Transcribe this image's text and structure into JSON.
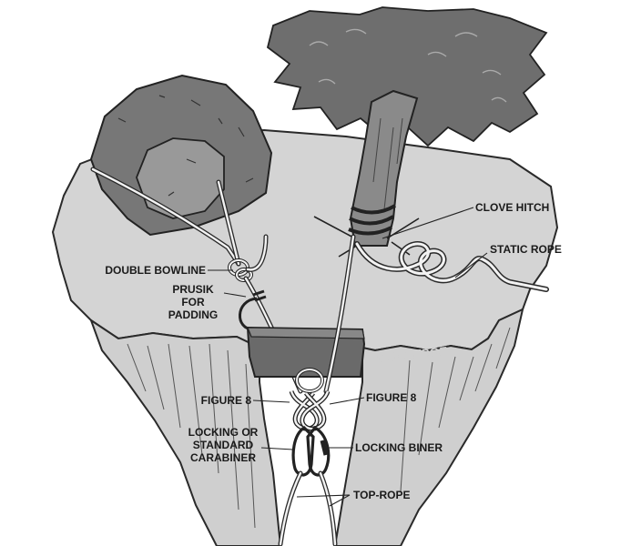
{
  "labels": {
    "clove_hitch": "CLOVE HITCH",
    "static_rope": "STATIC ROPE",
    "double_bowline": "DOUBLE BOWLINE",
    "prusik_line1": "PRUSIK",
    "prusik_line2": "FOR",
    "prusik_line3": "PADDING",
    "cliff_edge": "CLIFF EDGE",
    "figure8_left": "FIGURE 8",
    "figure8_right": "FIGURE 8",
    "locking_line1": "LOCKING OR",
    "locking_line2": "STANDARD",
    "locking_line3": "CARABINER",
    "locking_biner": "LOCKING BINER",
    "top_rope": "TOP-ROPE"
  },
  "colors": {
    "plateau": "#d4d4d4",
    "cliff_face": "#cfcfcf",
    "boulder": "#777777",
    "foliage": "#6e6e6e",
    "trunk": "#8a8a8a",
    "pad": "#6a6a6a",
    "outline": "#2a2a2a"
  }
}
